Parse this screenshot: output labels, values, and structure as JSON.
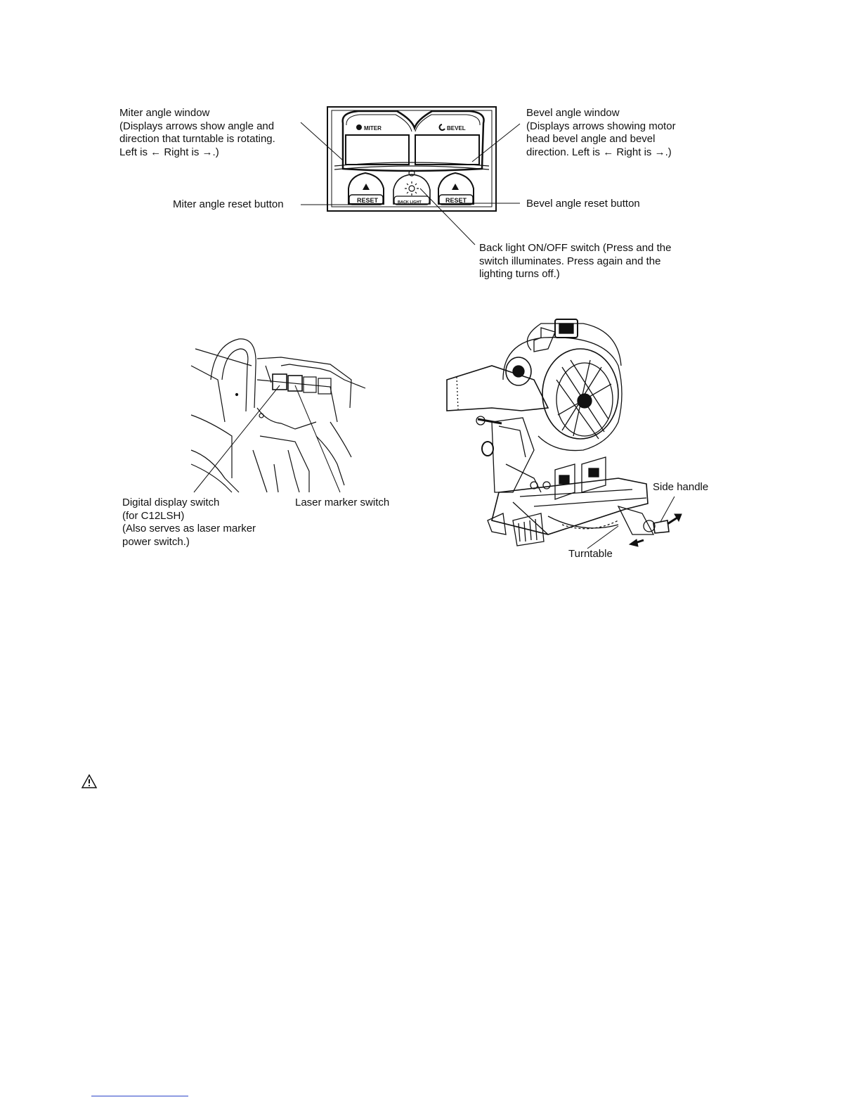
{
  "panel_labels": {
    "miter_window": {
      "title": "Miter angle window",
      "lines": [
        "(Displays arrows show angle and",
        "direction that turntable is rotating.",
        "Left is ← Right is →.)"
      ]
    },
    "bevel_window": {
      "title": "Bevel angle window",
      "lines": [
        "(Displays arrows showing motor",
        "head bevel angle and bevel",
        "direction. Left is ← Right is →.)"
      ]
    },
    "miter_reset": "Miter angle reset button",
    "bevel_reset": "Bevel  angle reset button",
    "back_light": {
      "lines": [
        "Back light ON/OFF switch (Press and the",
        "switch illuminates. Press again and the",
        "lighting turns off.)"
      ]
    }
  },
  "panel_printed": {
    "miter": "MITER",
    "bevel": "BEVEL",
    "reset_left": "RESET",
    "reset_right": "RESET",
    "back_light": "BACK LIGHT"
  },
  "switch_labels": {
    "digital_display": [
      "Digital display switch",
      "(for C12LSH)",
      "(Also serves as laser marker",
      "power switch.)"
    ],
    "laser_marker": "Laser marker switch"
  },
  "saw_labels": {
    "side_handle": "Side handle",
    "turntable": "Turntable"
  },
  "icons": {
    "warning": "warning-triangle-icon",
    "backlight": "sun-icon",
    "reset_arrow": "triangle-up-icon"
  }
}
